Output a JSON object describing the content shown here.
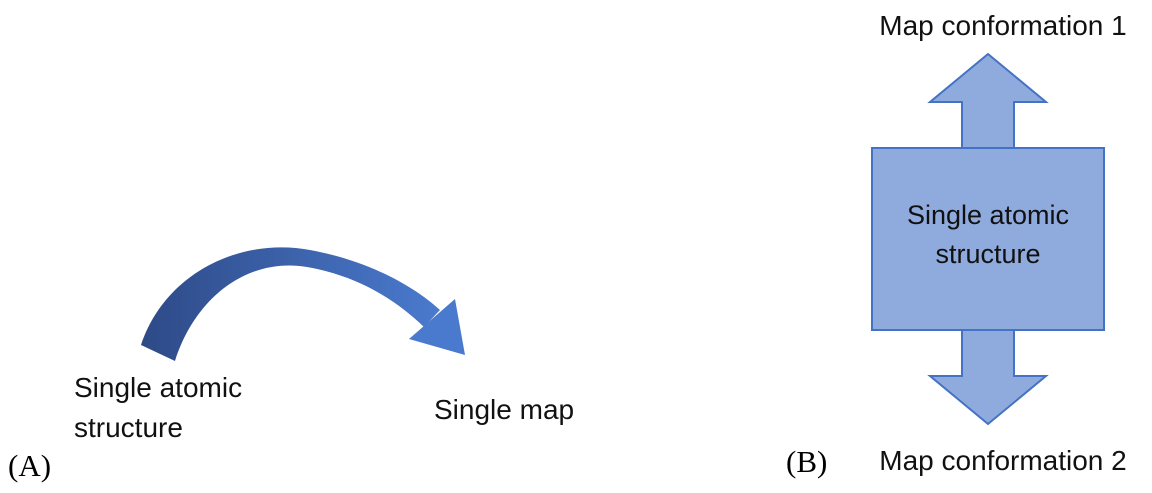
{
  "panel_a": {
    "corner_label": "(A)",
    "structure_label": "Single atomic structure",
    "map_label": "Single map"
  },
  "panel_b": {
    "corner_label": "(B)",
    "top_label": "Map conformation 1",
    "center_label": "Single atomic structure",
    "bottom_label": "Map conformation 2"
  },
  "colors": {
    "arrow_gradient_start": "#2e4a87",
    "arrow_gradient_end": "#4a7ace",
    "block_fill": "#8faadc",
    "block_stroke": "#4472c4"
  }
}
